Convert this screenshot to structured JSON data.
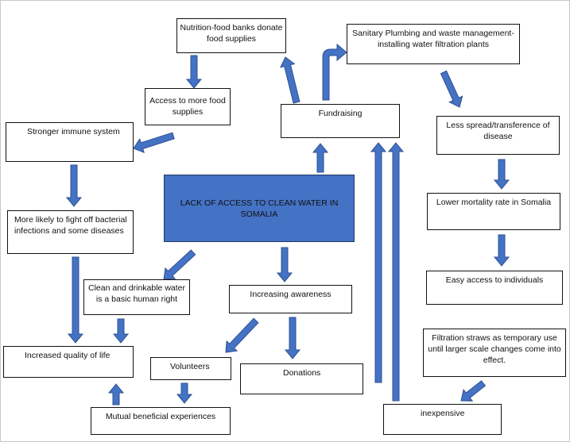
{
  "center": "LACK OF ACCESS TO CLEAN WATER IN SOMALIA",
  "nodes": {
    "nutrition": "Nutrition-food banks donate food supplies",
    "sanitary": "Sanitary Plumbing and waste management- installing water filtration plants",
    "access_food": "Access to more food supplies",
    "fundraising": "Fundraising",
    "immune": "Stronger immune system",
    "less_spread": "Less spread/transference of disease",
    "lower_mortality": "Lower mortality rate in Somalia",
    "bacterial": "More likely to fight off bacterial infections and some diseases",
    "human_right": "Clean and drinkable water is a basic human right",
    "awareness": "Increasing awareness",
    "easy_access": "Easy access to individuals",
    "quality_life": "Increased quality of life",
    "volunteers": "Volunteers",
    "donations": "Donations",
    "straws": "Filtration straws as temporary use until larger scale changes come into effect.",
    "inexpensive": "inexpensive",
    "mutual": "Mutual beneficial experiences"
  },
  "colors": {
    "accent": "#4472c4",
    "arrow": "#4472c4",
    "arrow_edge": "#2f528f"
  }
}
